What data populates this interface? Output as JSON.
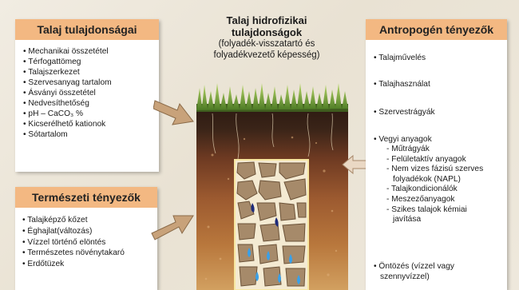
{
  "soil_properties": {
    "title": "Talaj tulajdonságai",
    "items": [
      "Mechanikai összetétel",
      "Térfogattömeg",
      "Talajszerkezet",
      "Szervesanyag tartalom",
      "Ásványi összetétel",
      "Nedvesíthetőség",
      "pH – CaCO₃ %",
      "Kicserélhető kationok",
      "Sótartalom"
    ]
  },
  "natural_factors": {
    "title": "Természeti tényezők",
    "items": [
      "Talajképző kőzet",
      "Éghajlat(változás)",
      "Vízzel történő elöntés",
      "Természetes növénytakaró",
      "Erdőtüzek"
    ]
  },
  "center": {
    "title_line1": "Talaj hidrofizikai",
    "title_line2": "tulajdonságok",
    "subtitle_line1": "(folyadék-visszatartó és",
    "subtitle_line2": "folyadékvezető képesség)"
  },
  "anthropogenic_factors": {
    "title": "Antropogén tényezők",
    "items": {
      "tillage": "Talajművelés",
      "land_use": "Talajhasználat",
      "organic_fertilizers": "Szervestrágyák",
      "chemicals": "Vegyi anyagok",
      "chemicals_sub": [
        "Műtrágyák",
        "Felületaktív anyagok",
        "Nem vizes fázisú szerves",
        "folyadékok (NAPL)",
        "Talajkondicionálók",
        "Meszezőanyagok",
        "Szikes talajok kémiai",
        "javítása"
      ],
      "irrigation_line1": "Öntözés (vízzel vagy",
      "irrigation_line2": "szennyvízzel)"
    }
  },
  "colors": {
    "header_bg": "#f3b882",
    "arrow_fill": "#c8a27a",
    "page_bg": "#ece6da"
  },
  "icons": [
    "arrow-right-icon",
    "arrow-left-icon",
    "soil-profile-illustration"
  ]
}
